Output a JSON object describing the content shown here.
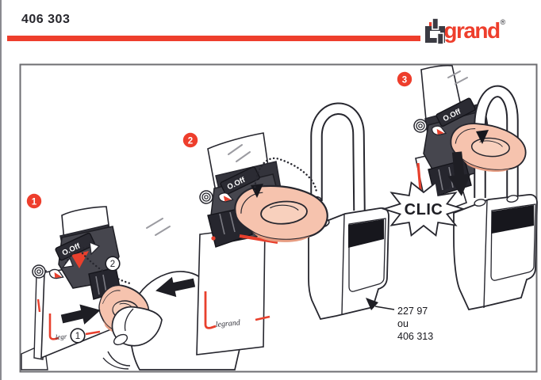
{
  "header": {
    "product_ref": "406 303",
    "brand": "legrand",
    "registered": "®"
  },
  "illustration": {
    "steps": [
      {
        "badge": "1"
      },
      {
        "badge": "2"
      },
      {
        "badge": "3"
      }
    ],
    "toggle_label": "O.Off",
    "module_brand_partial": "legr",
    "module_brand": "legrand",
    "action_1": "1",
    "action_2": "2",
    "click_sound": "CLIC",
    "padlock_ref_line1": "227 97",
    "padlock_ref_line2": "ou",
    "padlock_ref_line3": "406 313"
  },
  "colors": {
    "accent": "#ee3e2c",
    "device_pink": "#f6c3ae",
    "outline": "#26262e",
    "toggle_gray": "#46464e"
  }
}
